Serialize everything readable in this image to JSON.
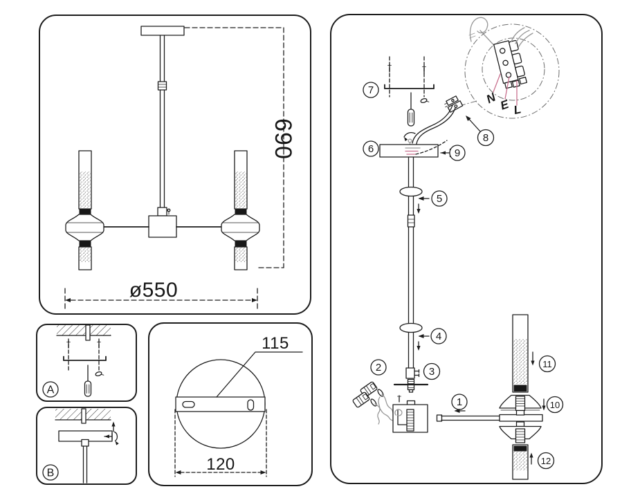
{
  "sheet": {
    "main_view": {
      "height_mm": "690",
      "diameter_mm": "ø550"
    },
    "canopy_view": {
      "bracket_mm": "115",
      "base_mm": "120"
    },
    "install_steps": {
      "a": "A",
      "b": "B"
    },
    "wiring_terminals": {
      "neutral": "N",
      "earth": "E",
      "live": "L"
    },
    "part_numbers": {
      "p1": "1",
      "p2": "2",
      "p3": "3",
      "p4": "4",
      "p5": "5",
      "p6": "6",
      "p7": "7",
      "p8": "8",
      "p9": "9",
      "p10": "10",
      "p11": "11",
      "p12": "12"
    },
    "colors": {
      "line": "#1c1c1c",
      "wire_gray": "#979797",
      "leader_pink": "#c9708e",
      "background": "#ffffff"
    }
  }
}
